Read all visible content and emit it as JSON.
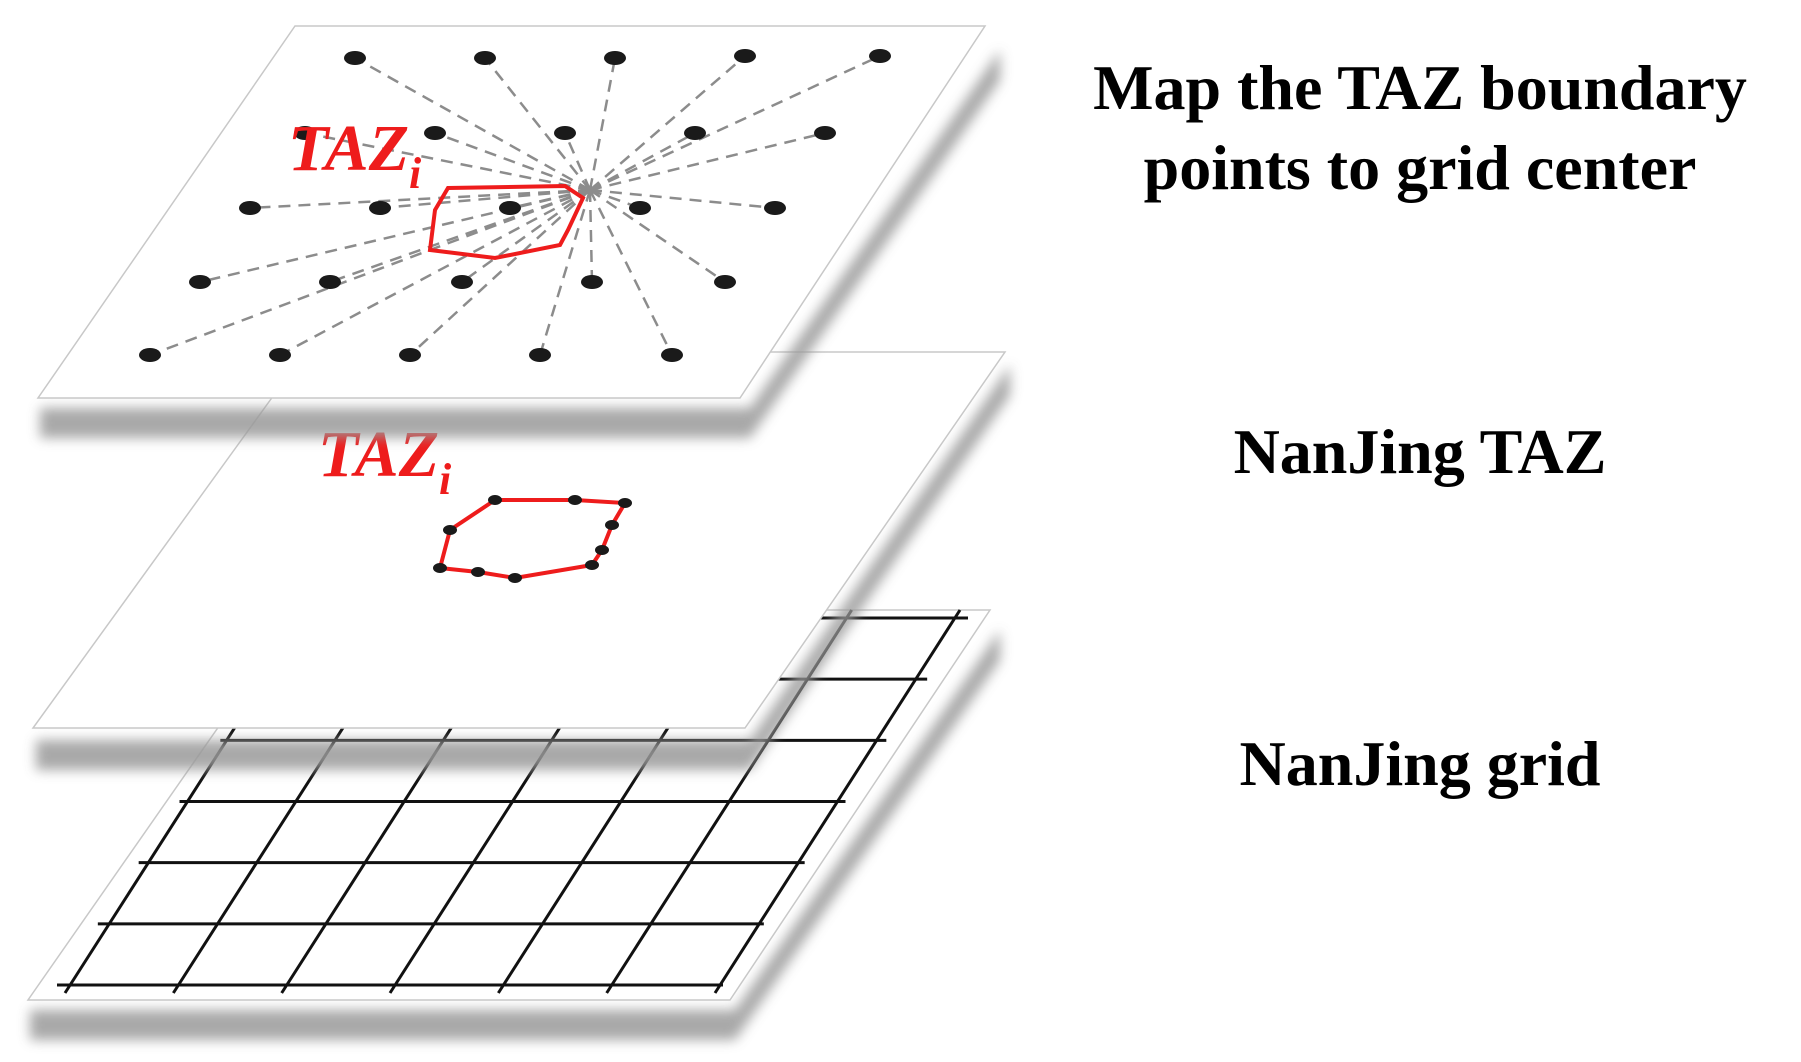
{
  "captions": {
    "top": [
      "Map the TAZ boundary",
      "points to grid center"
    ],
    "middle": "NanJing TAZ",
    "bottom": "NanJing grid"
  },
  "layers": {
    "top": {
      "zone_label": "TAZ",
      "zone_subscript": "i"
    },
    "middle": {
      "zone_label": "TAZ",
      "zone_subscript": "i"
    }
  },
  "colors": {
    "zone": "#ee1c1c",
    "points": "#1a1a1a",
    "dashes": "#8c8c8c",
    "grid_lines": "#111111",
    "shadow": "#9a9a9a"
  }
}
